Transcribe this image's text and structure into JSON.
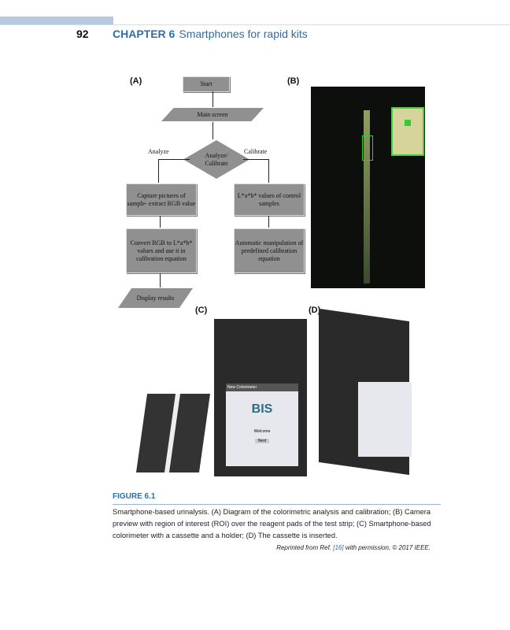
{
  "header": {
    "page_number": "92",
    "chapter_label": "CHAPTER 6",
    "chapter_title": "Smartphones for rapid kits"
  },
  "figure": {
    "panel_labels": [
      "(A)",
      "(B)",
      "(C)",
      "(D)"
    ],
    "flowchart": {
      "start": "Start",
      "main_screen": "Main screen",
      "decision": "Analyze/ Calibrate",
      "branch_left": "Analyze",
      "branch_right": "Calibrate",
      "left_step1": "Capture pictures of sample- extract RGB value",
      "left_step2": "Convert RGB to L*a*b* values and use it in calibration equation",
      "right_step1": "L*a*b* values of control samples",
      "right_step2": "Automatic manipulation of predefined calibration equation",
      "display": "Display results"
    },
    "phone_screen": {
      "app_title": "New Colorimeter",
      "logo": "BIS",
      "welcome": "Welcome",
      "button": "Next"
    }
  },
  "caption": {
    "label": "FIGURE 6.1",
    "text": "Smartphone-based urinalysis. (A) Diagram of the colorimetric analysis and calibration; (B) Camera preview with region of interest (ROI) over the reagent pads of the test strip; (C) Smartphone-based colorimeter with a cassette and a holder; (D) The cassette is inserted.",
    "credit_prefix": "Reprinted from Ref.",
    "credit_ref": "[16]",
    "credit_suffix": "with permission, © 2017 IEEE."
  },
  "colors": {
    "accent": "#2f6ea8",
    "header_bar": "#b8c8de"
  }
}
